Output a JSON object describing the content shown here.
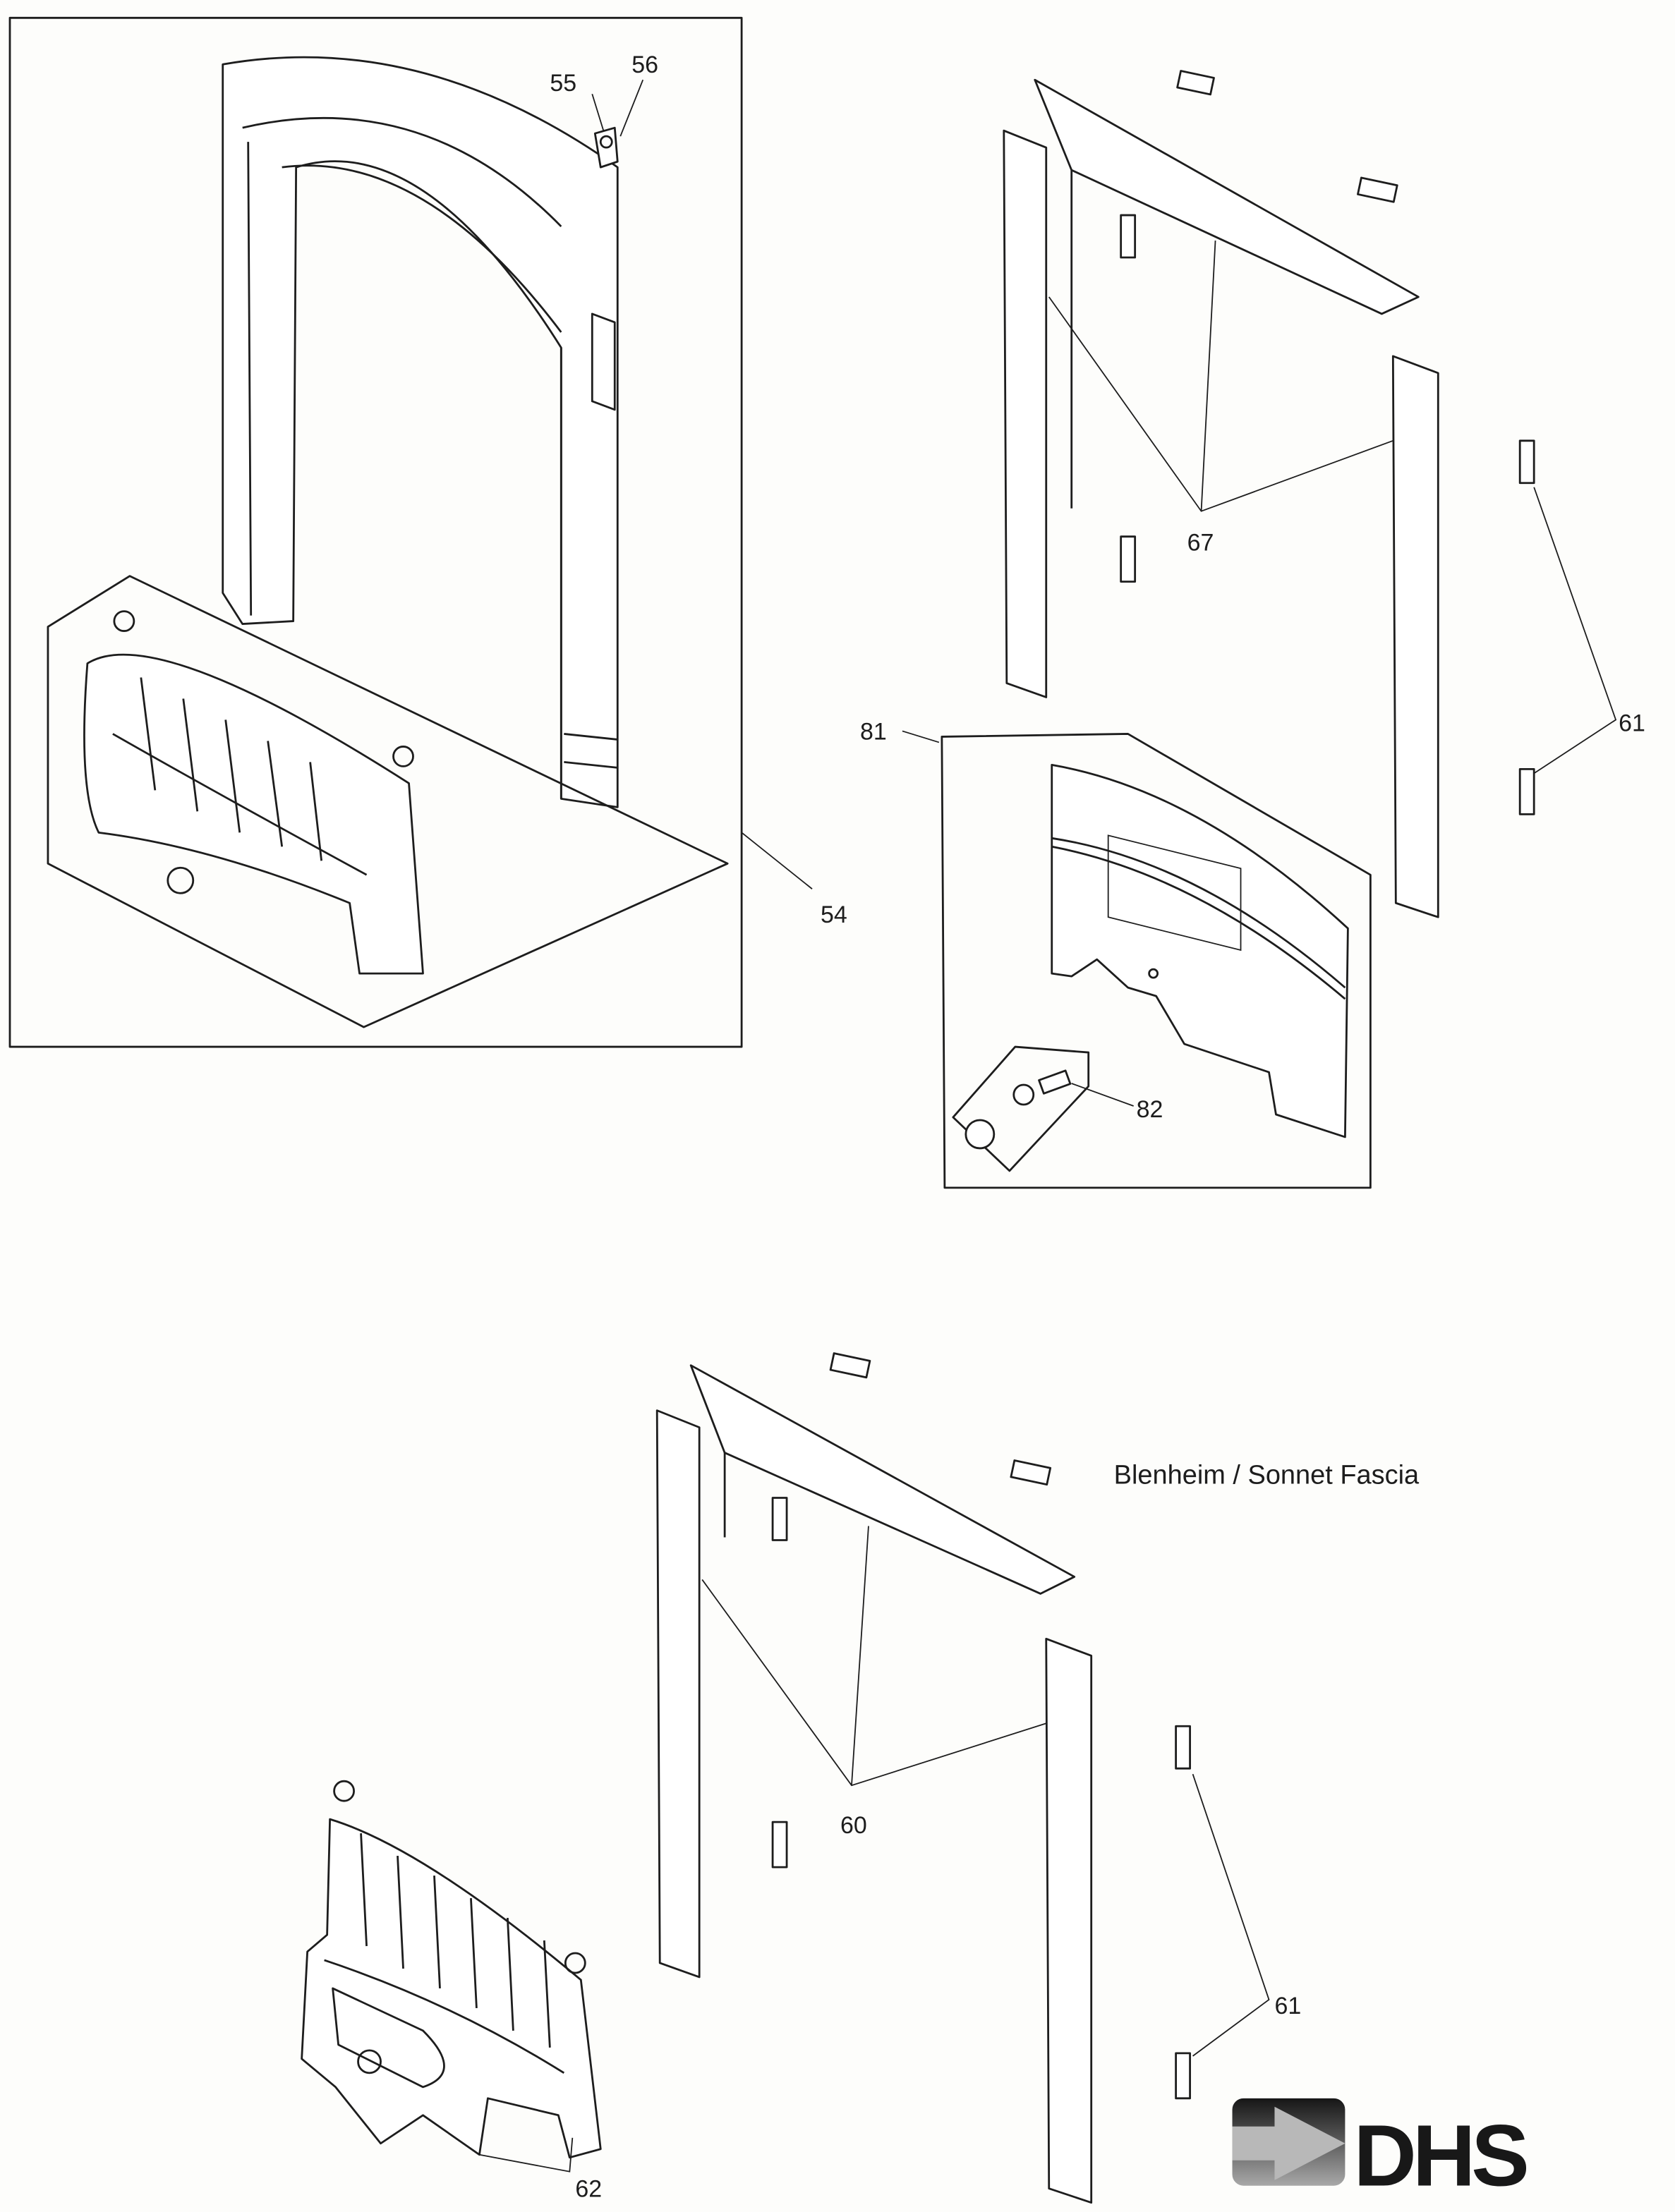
{
  "title": "Blenheim / Sonnet Fascia",
  "logo": {
    "text": "DHS"
  },
  "callouts": {
    "p55": "55",
    "p56": "56",
    "p54": "54",
    "p67": "67",
    "p81": "81",
    "p82": "82",
    "p61_top": "61",
    "p60": "60",
    "p61_bottom": "61",
    "p62": "62"
  },
  "colors": {
    "ink": "#1d1d1d",
    "paper": "#fdfdfb"
  }
}
